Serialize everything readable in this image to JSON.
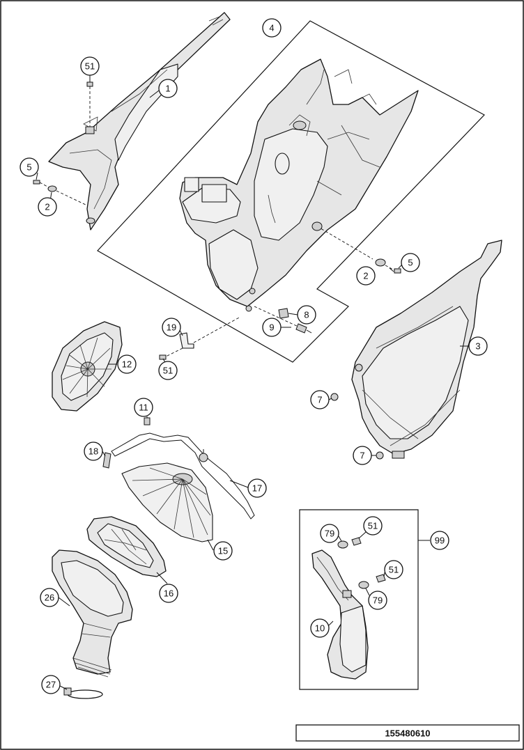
{
  "diagram_id": "155480610",
  "callouts": [
    {
      "id": "c-51a",
      "label": "51"
    },
    {
      "id": "c-1",
      "label": "1"
    },
    {
      "id": "c-5a",
      "label": "5"
    },
    {
      "id": "c-2a",
      "label": "2"
    },
    {
      "id": "c-4",
      "label": "4"
    },
    {
      "id": "c-2b",
      "label": "2"
    },
    {
      "id": "c-5b",
      "label": "5"
    },
    {
      "id": "c-8",
      "label": "8"
    },
    {
      "id": "c-9",
      "label": "9"
    },
    {
      "id": "c-19",
      "label": "19"
    },
    {
      "id": "c-51b",
      "label": "51"
    },
    {
      "id": "c-12",
      "label": "12"
    },
    {
      "id": "c-3",
      "label": "3"
    },
    {
      "id": "c-7a",
      "label": "7"
    },
    {
      "id": "c-7b",
      "label": "7"
    },
    {
      "id": "c-11",
      "label": "11"
    },
    {
      "id": "c-18",
      "label": "18"
    },
    {
      "id": "c-17",
      "label": "17"
    },
    {
      "id": "c-15",
      "label": "15"
    },
    {
      "id": "c-16",
      "label": "16"
    },
    {
      "id": "c-26",
      "label": "26"
    },
    {
      "id": "c-27",
      "label": "27"
    },
    {
      "id": "c-79a",
      "label": "79"
    },
    {
      "id": "c-51c",
      "label": "51"
    },
    {
      "id": "c-99",
      "label": "99"
    },
    {
      "id": "c-51d",
      "label": "51"
    },
    {
      "id": "c-79b",
      "label": "79"
    },
    {
      "id": "c-10",
      "label": "10"
    }
  ]
}
